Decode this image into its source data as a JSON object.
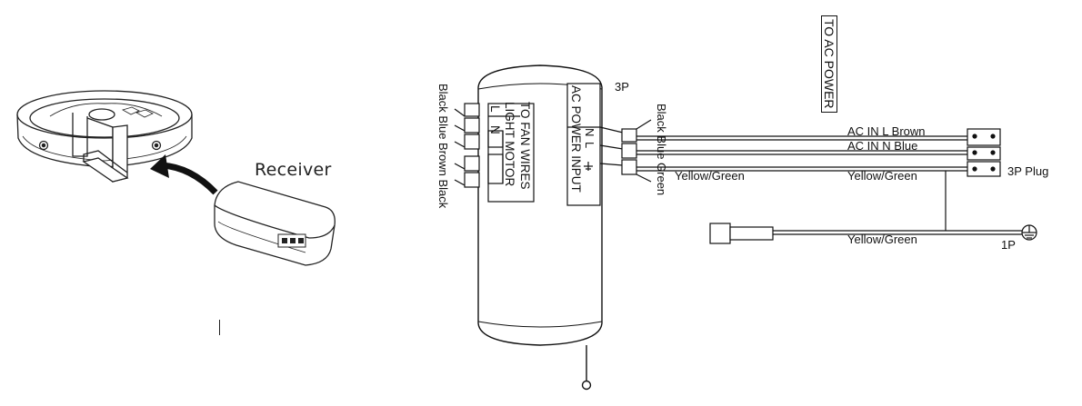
{
  "receiver_label": "Receiver",
  "diagram": {
    "left_wire_colors": "Black Blue Brown Black",
    "fan_wires_box": {
      "title": "TO FAN WIRES",
      "row2": "LIGHT  MOTOR",
      "row3": "L    N"
    },
    "ac_power_input": "AC POWER INPUT",
    "ac_terminal_n": "N",
    "ac_terminal_l": "L",
    "label_3p": "3P",
    "right_wire_colors": "Black Blue Green",
    "to_ac_power": "TO AC POWER",
    "ac_in_l": "AC IN L Brown",
    "ac_in_n": "AC IN N Blue",
    "yellow_green_1": "Yellow/Green",
    "yellow_green_2": "Yellow/Green",
    "yellow_green_3": "Yellow/Green",
    "plug_3p": "3P Plug",
    "label_1p": "1P"
  }
}
